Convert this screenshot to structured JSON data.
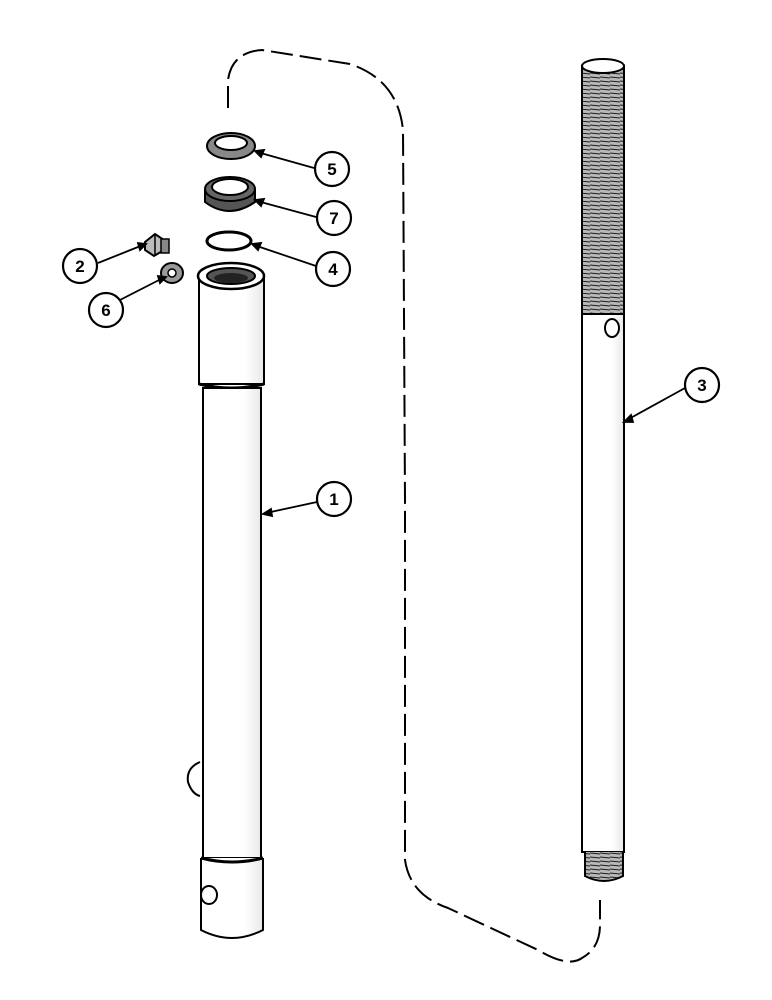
{
  "diagram": {
    "type": "exploded-parts-view",
    "line_color": "#000000",
    "background_color": "#ffffff"
  },
  "callouts": [
    {
      "id": "callout-1",
      "label": "1",
      "part": "outer-tube"
    },
    {
      "id": "callout-2",
      "label": "2",
      "part": "bleed-screw"
    },
    {
      "id": "callout-3",
      "label": "3",
      "part": "threaded-rod"
    },
    {
      "id": "callout-4",
      "label": "4",
      "part": "snap-ring"
    },
    {
      "id": "callout-5",
      "label": "5",
      "part": "wiper-seal"
    },
    {
      "id": "callout-6",
      "label": "6",
      "part": "washer"
    },
    {
      "id": "callout-7",
      "label": "7",
      "part": "rod-seal"
    }
  ]
}
